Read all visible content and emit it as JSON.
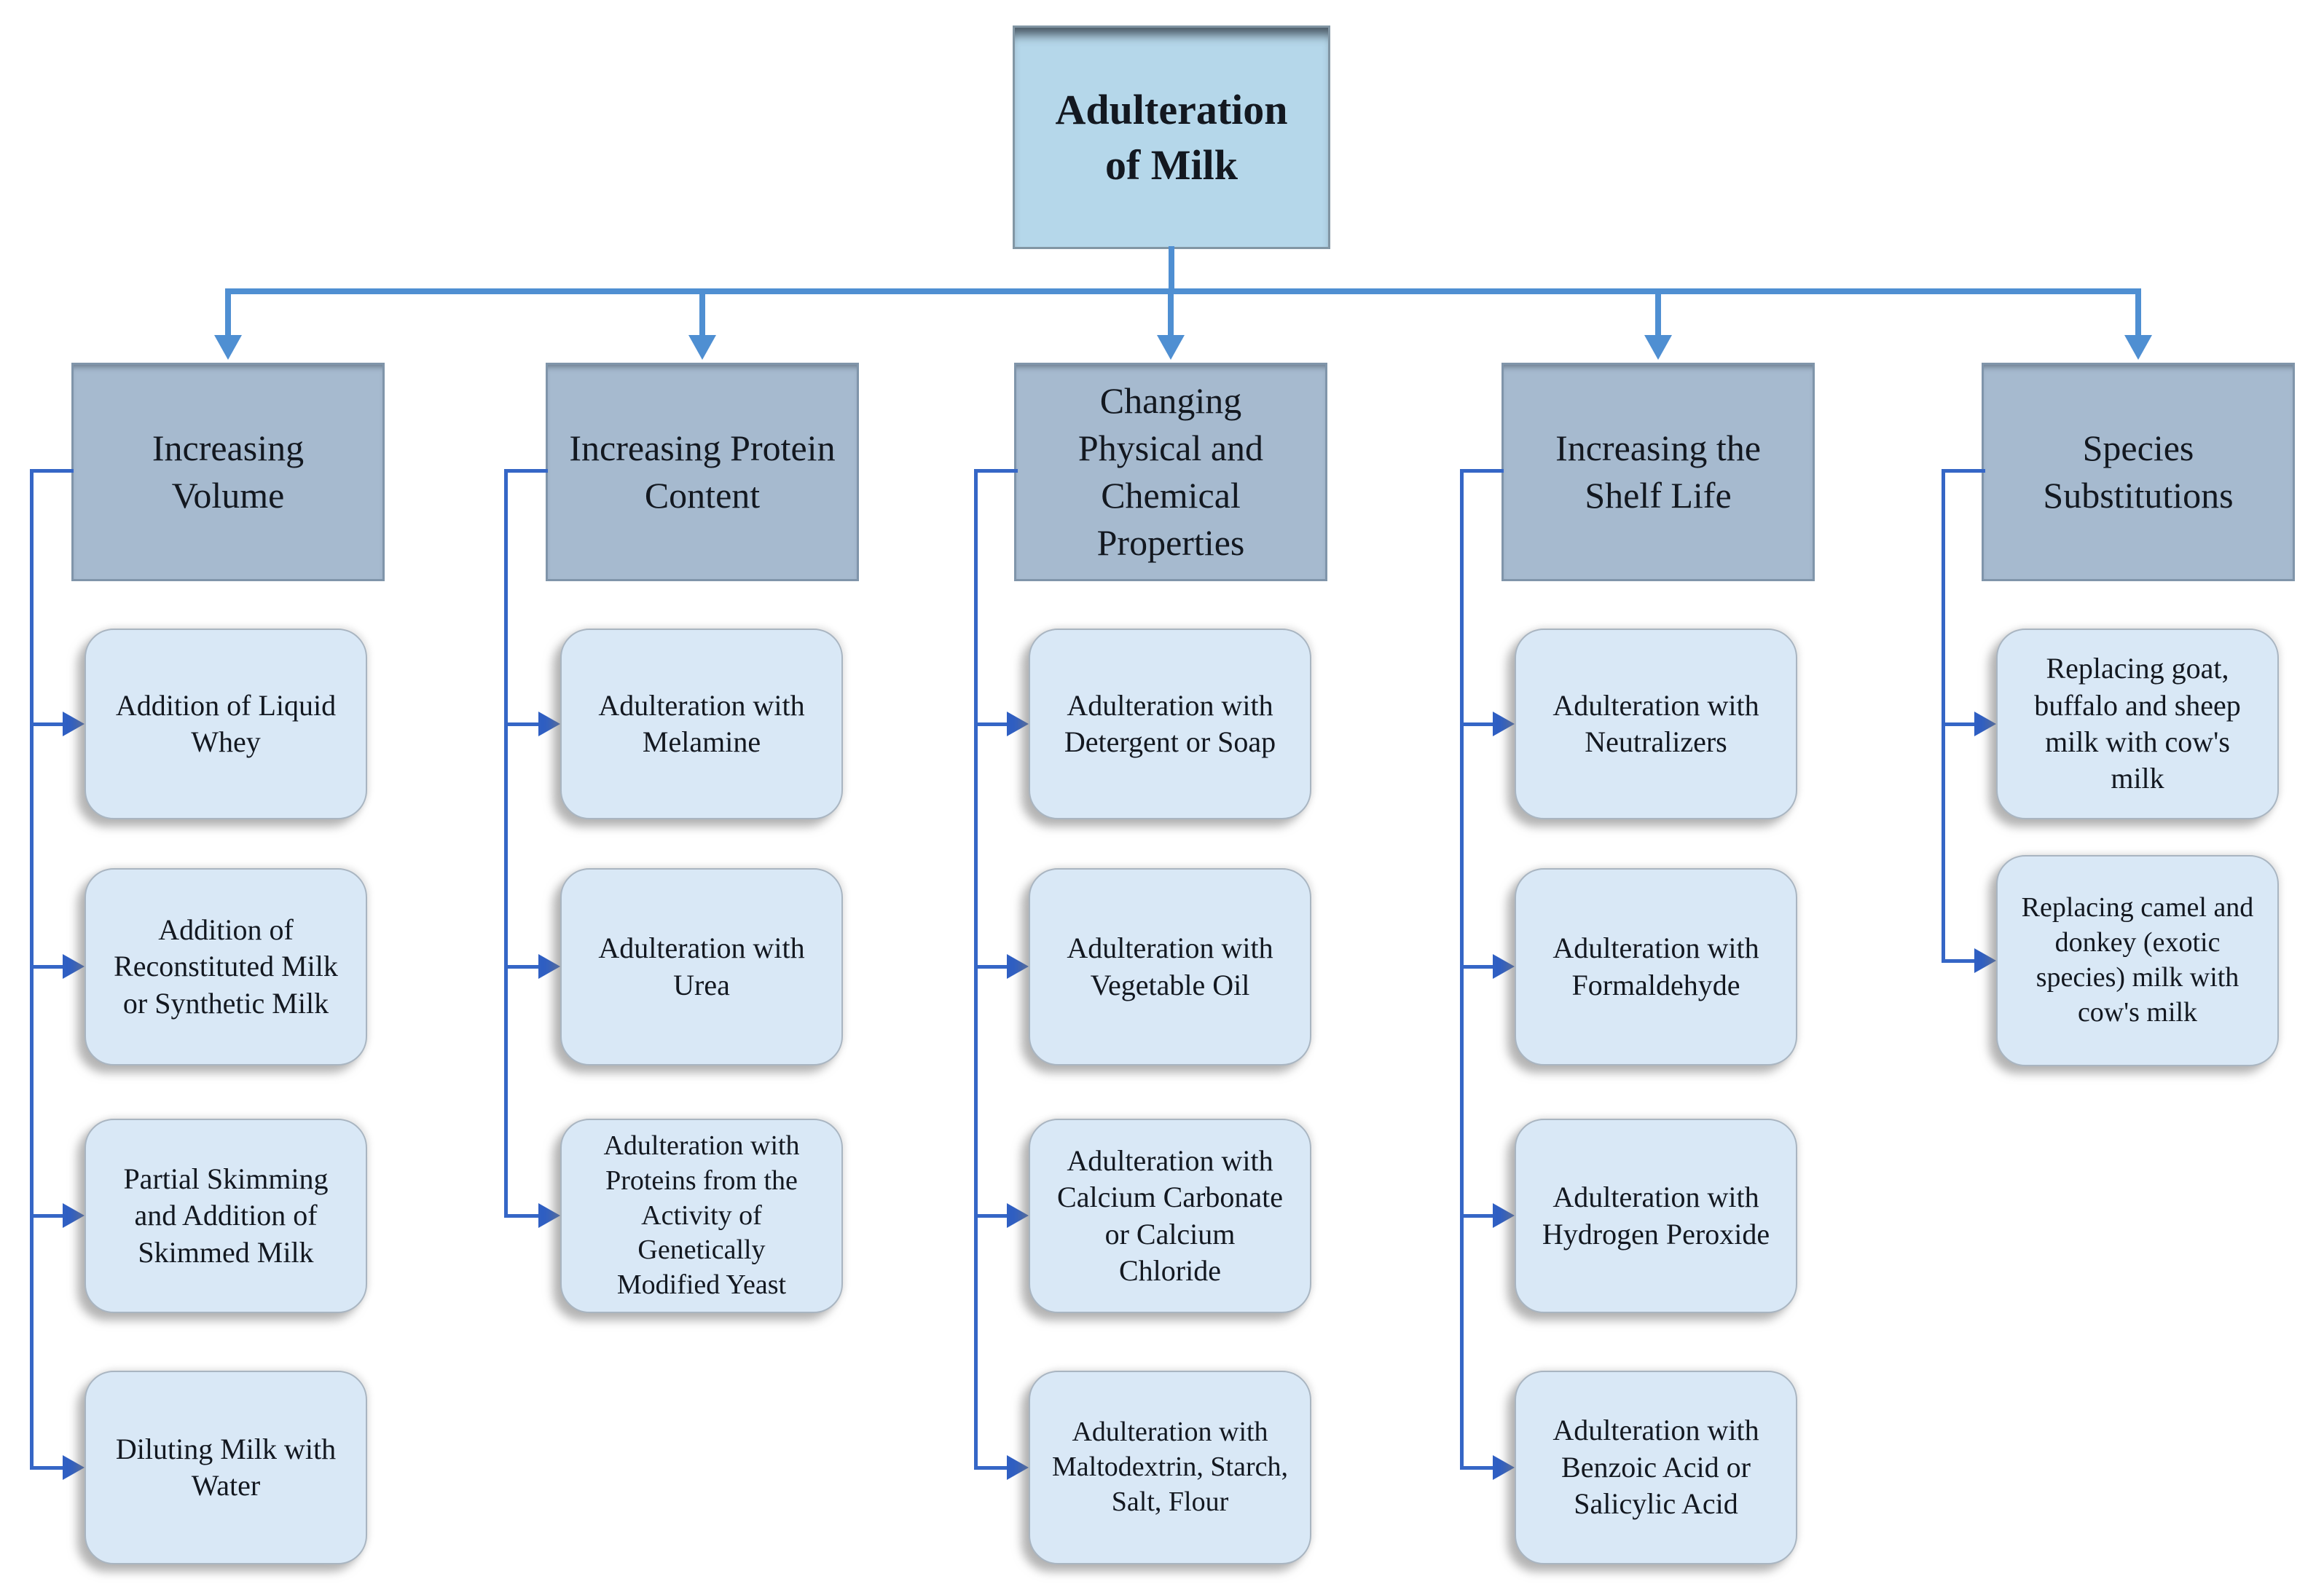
{
  "root": {
    "label": "Adulteration of Milk"
  },
  "columns": [
    {
      "header": "Increasing Volume",
      "children": [
        "Addition of Liquid Whey",
        "Addition of Reconstituted Milk or Synthetic Milk",
        "Partial Skimming and Addition of Skimmed Milk",
        "Diluting Milk with Water"
      ]
    },
    {
      "header": "Increasing Protein Content",
      "children": [
        "Adulteration with Melamine",
        "Adulteration with Urea",
        "Adulteration with Proteins from the Activity of Genetically Modified Yeast"
      ]
    },
    {
      "header": "Changing Physical and Chemical Properties",
      "children": [
        "Adulteration with Detergent or Soap",
        "Adulteration with Vegetable Oil",
        "Adulteration with Calcium Carbonate or Calcium Chloride",
        "Adulteration with Maltodextrin, Starch, Salt, Flour"
      ]
    },
    {
      "header": "Increasing the Shelf Life",
      "children": [
        "Adulteration with Neutralizers",
        "Adulteration with Formaldehyde",
        "Adulteration with Hydrogen Peroxide",
        "Adulteration with Benzoic Acid or Salicylic Acid"
      ]
    },
    {
      "header": "Species Substitutions",
      "children": [
        "Replacing goat, buffalo and sheep milk with cow's milk",
        "Replacing camel and donkey (exotic species) milk with cow's milk"
      ]
    }
  ],
  "colors": {
    "top_connector": "#4f8fd2",
    "branch_connector": "#3566c6",
    "branch_arrowhead": "#2f5fc3",
    "root_fill": "#b5d7ea",
    "category_fill": "#a6bacf",
    "leaf_fill": "#d9e8f6"
  }
}
